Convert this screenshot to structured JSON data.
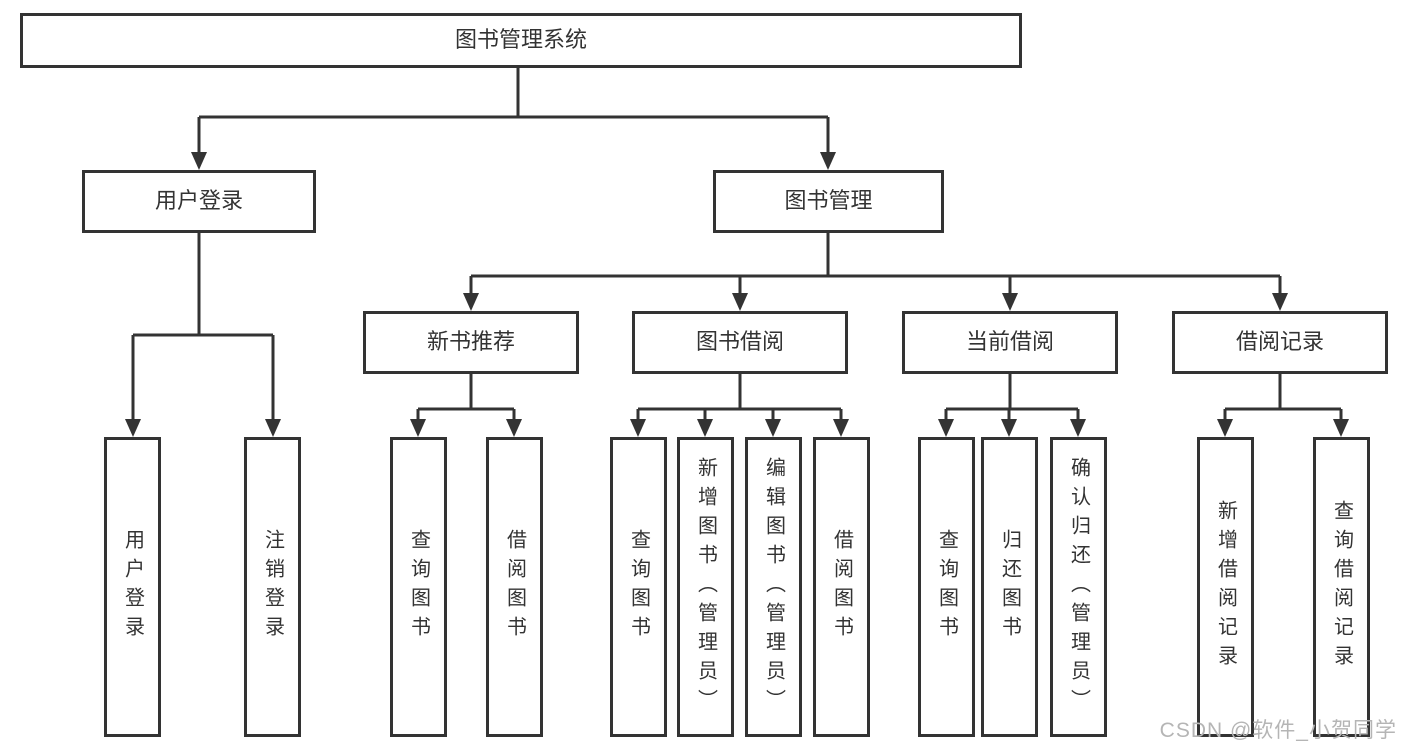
{
  "diagram": {
    "root": {
      "label": "图书管理系统"
    },
    "branches": [
      {
        "label": "用户登录",
        "children": [
          {
            "label": "用户登录"
          },
          {
            "label": "注销登录"
          }
        ]
      },
      {
        "label": "图书管理",
        "children": [
          {
            "label": "新书推荐",
            "children": [
              {
                "label": "查询图书"
              },
              {
                "label": "借阅图书"
              }
            ]
          },
          {
            "label": "图书借阅",
            "children": [
              {
                "label": "查询图书"
              },
              {
                "label": "新增图书（管理员）"
              },
              {
                "label": "编辑图书（管理员）"
              },
              {
                "label": "借阅图书"
              }
            ]
          },
          {
            "label": "当前借阅",
            "children": [
              {
                "label": "查询图书"
              },
              {
                "label": "归还图书"
              },
              {
                "label": "确认归还（管理员）"
              }
            ]
          },
          {
            "label": "借阅记录",
            "children": [
              {
                "label": "新增借阅记录"
              },
              {
                "label": "查询借阅记录"
              }
            ]
          }
        ]
      }
    ]
  },
  "watermark": {
    "text": "CSDN @软件_小贺同学"
  },
  "colors": {
    "line": "#333333",
    "box_border": "#333333",
    "text": "#333333",
    "watermark": "#b5b5b5",
    "background": "#ffffff"
  }
}
